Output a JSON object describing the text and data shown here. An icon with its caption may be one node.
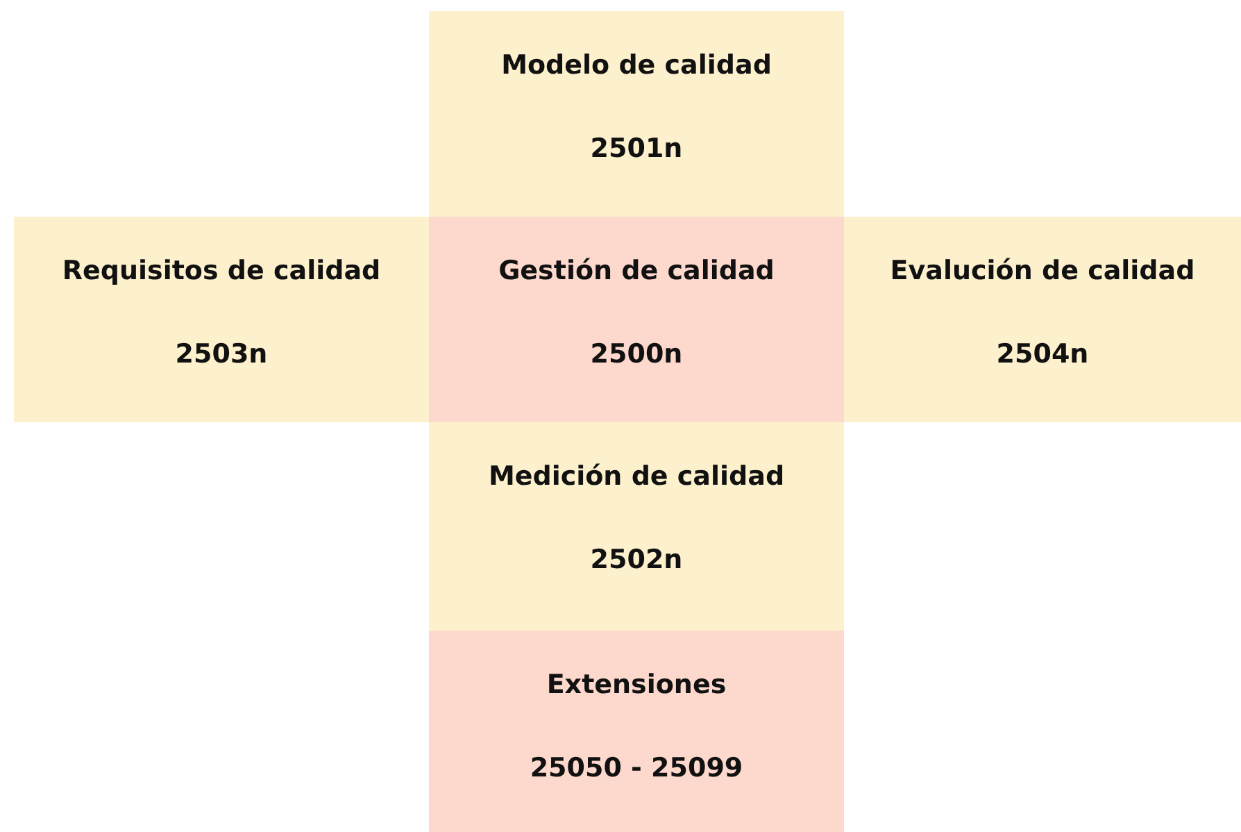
{
  "diagram": {
    "nodes": [
      {
        "text": [
          "Modelo de calidad",
          "2501n"
        ]
      },
      {
        "text": [
          "Requisitos de calidad",
          "2503n"
        ]
      },
      {
        "text": [
          "Gestión de calidad",
          "2500n"
        ]
      },
      {
        "text": [
          "Evalución de calidad",
          "2504n"
        ]
      },
      {
        "text": [
          "Medición de calidad",
          "2502n"
        ]
      },
      {
        "text": [
          "Extensiones",
          "25050 - 25099"
        ]
      }
    ]
  }
}
